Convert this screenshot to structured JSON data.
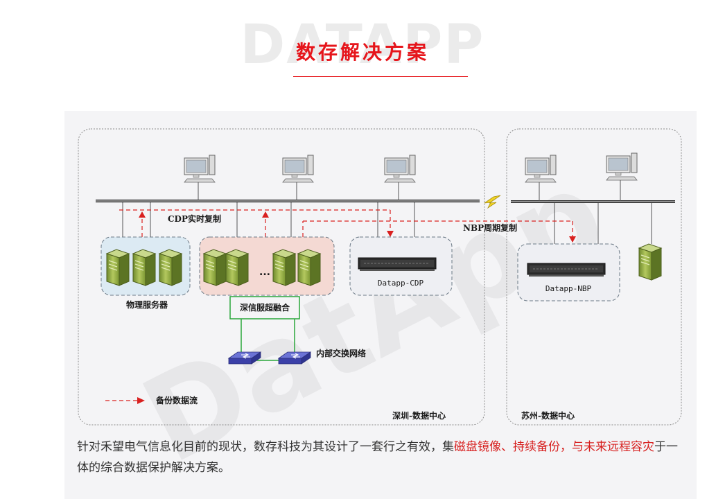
{
  "header": {
    "bg_word": "DATAPP",
    "title": "数存解决方案"
  },
  "diagram": {
    "watermark": "DatApp",
    "zone_shenzhen": "深圳-数据中心",
    "zone_suzhou": "苏州-数据中心",
    "cdp_label": "CDP实时复制",
    "nbp_label": "NBP周期复制",
    "physical_servers": "物理服务器",
    "hyperconverged": "深信服超融合",
    "ellipsis": "...",
    "internal_network": "内部交换网络",
    "legend_backup": "备份数据流",
    "device_cdp": "Datapp-CDP",
    "device_nbp": "Datapp-NBP"
  },
  "caption": {
    "part1": "针对禾望电气信息化目前的现状，数存科技为其设计了一套行之有效，集",
    "highlight": "磁盘镜像、持续备份，与未来远程容灾",
    "part2": "于一体的综合数据保护解决方案。"
  },
  "colors": {
    "accent": "#e6151b",
    "backup_flow": "#d9201f",
    "server": "#8fa83d",
    "network": "#2aa63a"
  }
}
